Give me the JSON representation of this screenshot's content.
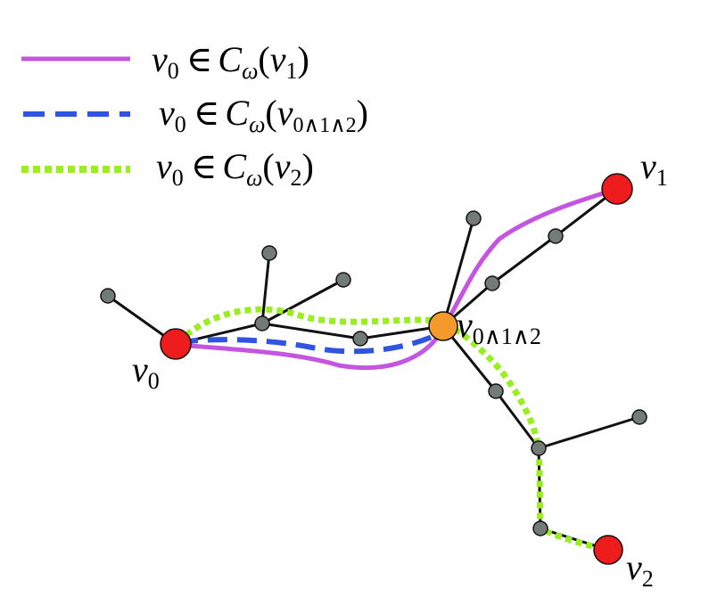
{
  "legend": [
    {
      "key": "v1",
      "style": "solid",
      "color": "#c455e0",
      "v": "v",
      "v_sub": "0",
      "in": "∈",
      "C": "C",
      "omega": "ω",
      "arg": "v",
      "arg_sub": "1"
    },
    {
      "key": "v012",
      "style": "dashed",
      "color": "#2f55e0",
      "v": "v",
      "v_sub": "0",
      "in": "∈",
      "C": "C",
      "omega": "ω",
      "arg": "v",
      "arg_sub": "0∧1∧2"
    },
    {
      "key": "v2",
      "style": "dotted",
      "color": "#99ee22",
      "v": "v",
      "v_sub": "0",
      "in": "∈",
      "C": "C",
      "omega": "ω",
      "arg": "v",
      "arg_sub": "2"
    }
  ],
  "nodes": {
    "v0": {
      "base": "v",
      "sub": "0"
    },
    "v1": {
      "base": "v",
      "sub": "1"
    },
    "v2": {
      "base": "v",
      "sub": "2"
    },
    "v012": {
      "base": "v",
      "sub": "0∧1∧2"
    }
  },
  "colors": {
    "terminal_node": "#ee1c1c",
    "branch_node": "#f39a2a",
    "inner_node": "#737b78",
    "edge": "#111111"
  }
}
